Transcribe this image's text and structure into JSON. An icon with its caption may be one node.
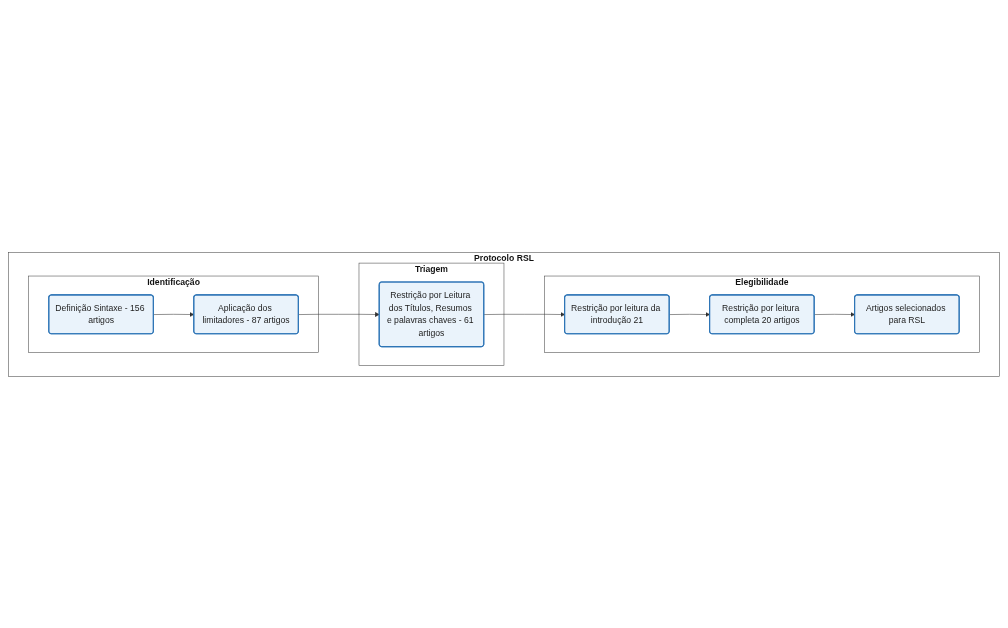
{
  "diagram": {
    "nodes": [
      {
        "text": [
          "Protocolo RSL"
        ]
      },
      {
        "text": [
          "Identificação"
        ],
        "in": 0
      },
      {
        "text": [
          "Definição Sintaxe - 156 artigos"
        ],
        "in": 1
      },
      {
        "text": [
          "Aplicação dos limitadores - 87 artigos"
        ],
        "in": 1
      },
      {
        "text": [
          "Triagem"
        ],
        "in": 0
      },
      {
        "text": [
          "Restrição por Leitura dos Títulos, Resumos e palavras chaves - 61 artigos"
        ],
        "in": 4
      },
      {
        "text": [
          "Elegibilidade"
        ],
        "in": 0
      },
      {
        "text": [
          "Restrição por leitura da introdução 21"
        ],
        "in": 6
      },
      {
        "text": [
          "Restrição por leitura completa 20 artigos"
        ],
        "in": 6
      },
      {
        "text": [
          "Artigos selecionados para RSL"
        ],
        "in": 6
      }
    ],
    "edges": [
      {
        "from": 2,
        "to": 3,
        "arrow": "to"
      },
      {
        "from": 3,
        "to": 5,
        "arrow": "to"
      },
      {
        "from": 5,
        "to": 7,
        "arrow": "to"
      },
      {
        "from": 7,
        "to": 8,
        "arrow": "to"
      },
      {
        "from": 8,
        "to": 9,
        "arrow": "to"
      }
    ]
  }
}
